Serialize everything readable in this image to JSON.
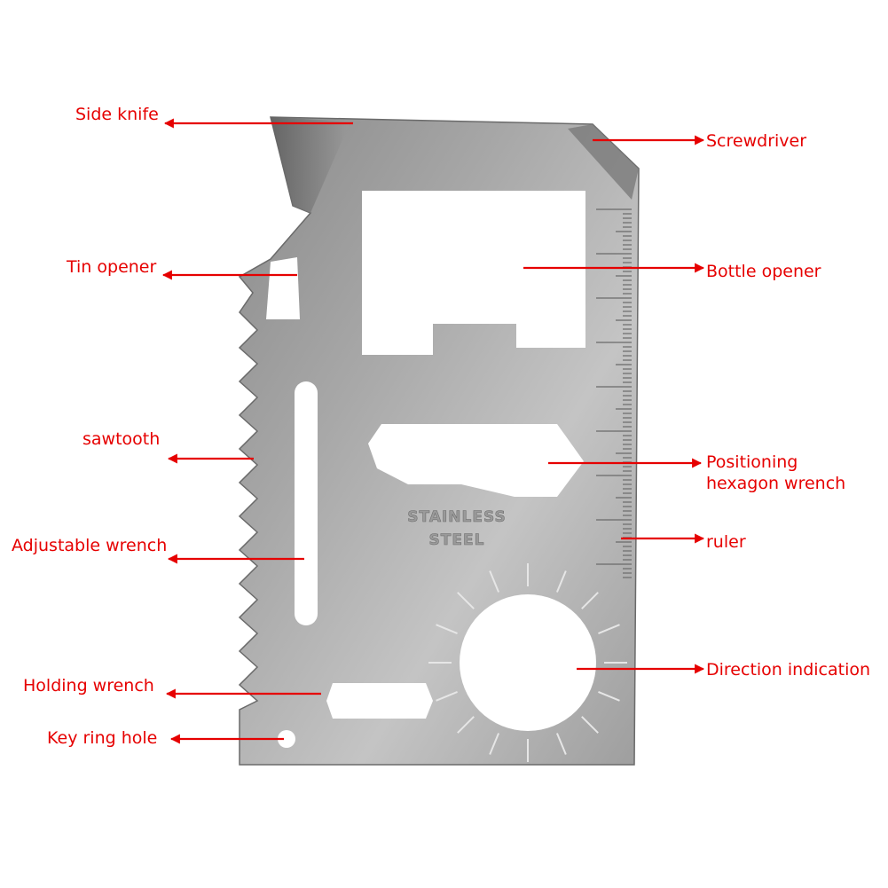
{
  "diagram": {
    "labels": {
      "side_knife": "Side knife",
      "screwdriver": "Screwdriver",
      "tin_opener": "Tin opener",
      "bottle_opener": "Bottle opener",
      "sawtooth": "sawtooth",
      "positioning_line1": "Positioning",
      "positioning_line2": "hexagon wrench",
      "adjustable_wrench": "Adjustable wrench",
      "ruler": "ruler",
      "holding_wrench": "Holding wrench",
      "direction_indication": "Direction indication",
      "key_ring_hole": "Key ring hole"
    },
    "stamp": {
      "line1": "STAINLESS",
      "line2": "STEEL"
    },
    "colors": {
      "label": "#e60000",
      "steel_light": "#c2c2c2",
      "steel_dark": "#8c8c8c"
    }
  }
}
